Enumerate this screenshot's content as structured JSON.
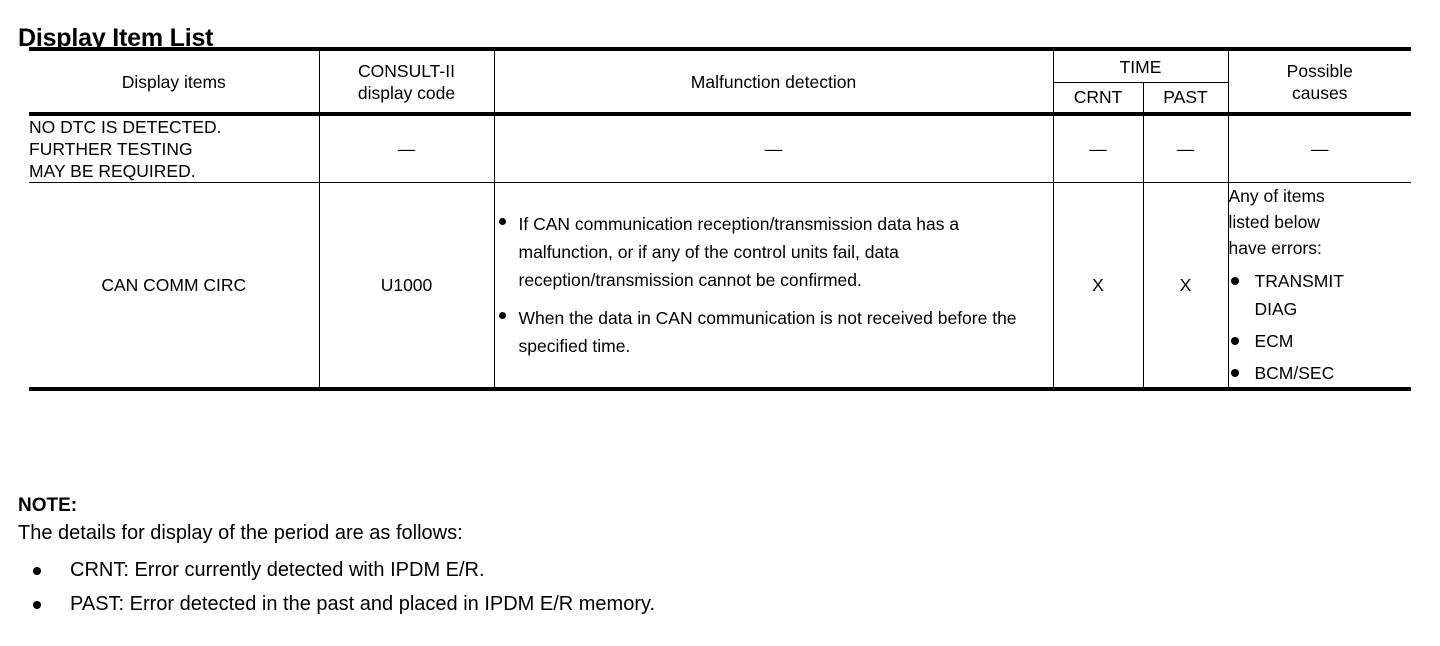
{
  "page_title": "Display Item List",
  "table": {
    "headers": {
      "display_items": "Display items",
      "consult_code_line1": "CONSULT-II",
      "consult_code_line2": "display code",
      "malfunction_detection": "Malfunction detection",
      "time_group": "TIME",
      "crnt": "CRNT",
      "past": "PAST",
      "possible_causes_line1": "Possible",
      "possible_causes_line2": "causes"
    },
    "rows": [
      {
        "display_items_line1": "NO DTC IS DETECTED.",
        "display_items_line2": "FURTHER TESTING",
        "display_items_line3": "MAY BE REQUIRED.",
        "consult_code": "—",
        "malfunction_dash": "—",
        "crnt": "—",
        "past": "—",
        "possible_causes_dash": "—"
      },
      {
        "display_items": "CAN COMM CIRC",
        "consult_code": "U1000",
        "malfunction_bullets": [
          "If CAN communication reception/transmission data has a malfunction, or if any of the control units fail, data reception/transmission cannot be confirmed.",
          "When the data in CAN communication is not received before the specified time."
        ],
        "crnt": "X",
        "past": "X",
        "causes_heading_line1": "Any of items",
        "causes_heading_line2": "listed below",
        "causes_heading_line3": "have errors:",
        "causes_bullets": [
          {
            "line1": "TRANSMIT",
            "line2": "DIAG"
          },
          {
            "line1": "ECM",
            "line2": ""
          },
          {
            "line1": "BCM/SEC",
            "line2": ""
          }
        ]
      }
    ]
  },
  "note": {
    "title": "NOTE:",
    "lead": "The details for display of the period are as follows:",
    "items": [
      "CRNT: Error currently detected with IPDM E/R.",
      "PAST: Error detected in the past and placed in IPDM E/R memory."
    ]
  }
}
